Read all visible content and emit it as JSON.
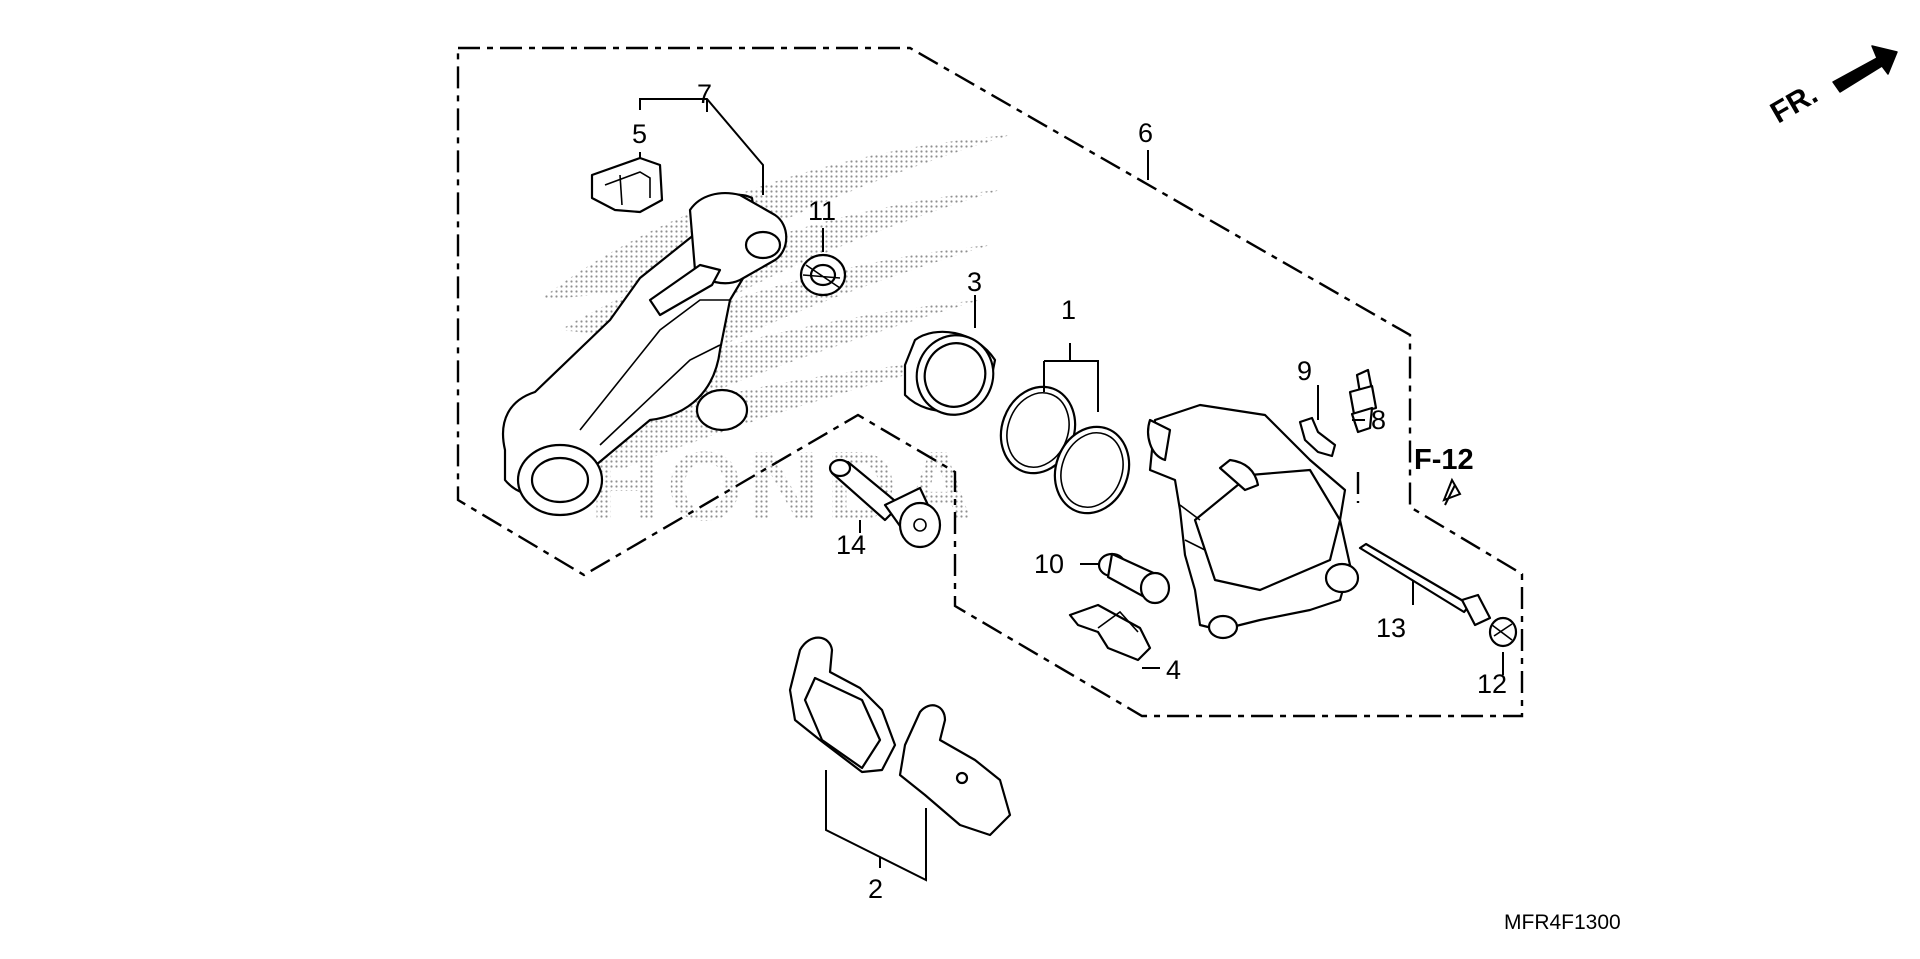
{
  "diagram": {
    "callouts": {
      "c1": "1",
      "c2": "2",
      "c3": "3",
      "c4": "4",
      "c5": "5",
      "c6": "6",
      "c7": "7",
      "c8": "8",
      "c9": "9",
      "c10": "10",
      "c11": "11",
      "c12": "12",
      "c13": "13",
      "c14": "14"
    },
    "reference": "F-12",
    "direction_label": "FR.",
    "diagram_code": "MFR4F1300",
    "watermark_text": "HONDA"
  }
}
